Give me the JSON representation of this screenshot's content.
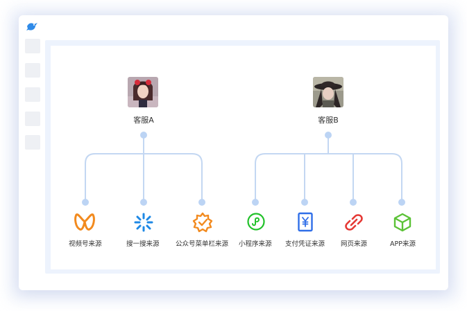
{
  "agents": [
    {
      "name": "客服A"
    },
    {
      "name": "客服B"
    }
  ],
  "sources_a": [
    {
      "label": "视频号来源",
      "icon": "video-channel-icon",
      "color": "#f28a1e"
    },
    {
      "label": "搜一搜来源",
      "icon": "search-burst-icon",
      "color": "#1e88e5"
    },
    {
      "label": "公众号菜单栏来源",
      "icon": "official-account-icon",
      "color": "#f28a1e"
    }
  ],
  "sources_b": [
    {
      "label": "小程序来源",
      "icon": "mini-program-icon",
      "color": "#21c12a"
    },
    {
      "label": "支付凭证来源",
      "icon": "payment-receipt-icon",
      "color": "#2f6ee8"
    },
    {
      "label": "网页来源",
      "icon": "web-link-icon",
      "color": "#e53935"
    },
    {
      "label": "APP来源",
      "icon": "app-cube-icon",
      "color": "#5bc236"
    }
  ],
  "colors": {
    "connector": "#c3d7f2",
    "connector_dot": "#bcd4f4"
  }
}
